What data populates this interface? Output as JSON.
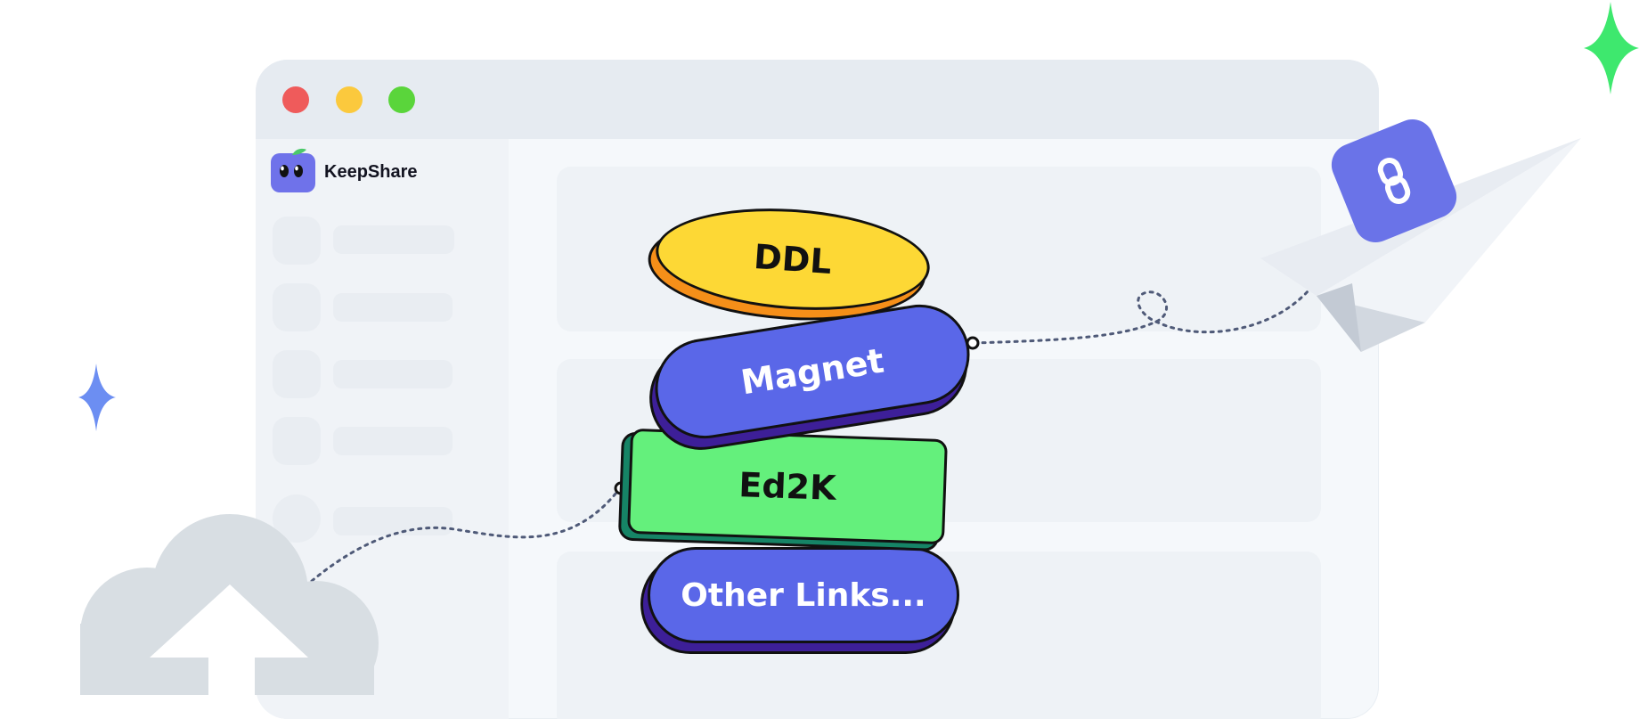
{
  "brand": {
    "name": "KeepShare"
  },
  "tags": {
    "ddl": "DDL",
    "magnet": "Magnet",
    "ed2k": "Ed2K",
    "other": "Other Links..."
  },
  "window": {
    "traffic_lights": [
      "#ef5b5b",
      "#fbc93d",
      "#5ad53b"
    ]
  },
  "icons": {
    "brand_logo": "keepshare-logo-icon",
    "link": "link-chain-icon",
    "plane": "paper-plane-icon",
    "cloud": "cloud-upload-icon",
    "sparkle_blue": "sparkle-icon",
    "sparkle_green": "sparkle-icon"
  },
  "colors": {
    "accent": "#5a67e8",
    "ddl": "#fdd835",
    "ed2k": "#64f07c",
    "sparkle_blue": "#6c8ef2",
    "sparkle_green": "#3ee86e"
  }
}
